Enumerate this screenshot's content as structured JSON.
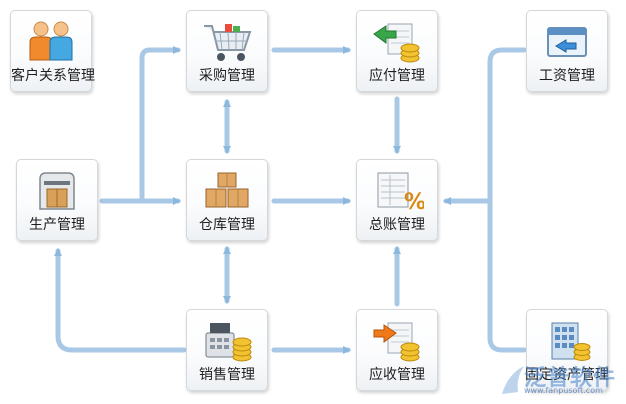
{
  "nodes": {
    "customer": "客户关系管理",
    "purchase": "采购管理",
    "payable": "应付管理",
    "salary": "工资管理",
    "production": "生产管理",
    "warehouse": "仓库管理",
    "ledger": "总账管理",
    "sales": "销售管理",
    "receivable": "应收管理",
    "fixed_assets": "固定资产管理"
  },
  "icons": {
    "customer": "people-icon",
    "purchase": "shopping-cart-icon",
    "payable": "payment-coins-icon",
    "salary": "salary-card-icon",
    "production": "printer-icon",
    "warehouse": "boxes-icon",
    "ledger": "percent-ledger-icon",
    "sales": "cash-register-icon",
    "receivable": "receipt-coins-icon",
    "fixed_assets": "building-icon"
  },
  "watermark": {
    "text": "泛普软件",
    "url": "www.fanpusoft.com"
  },
  "colors": {
    "connector": "#a8c8e6",
    "arrow": "#8db8de"
  }
}
